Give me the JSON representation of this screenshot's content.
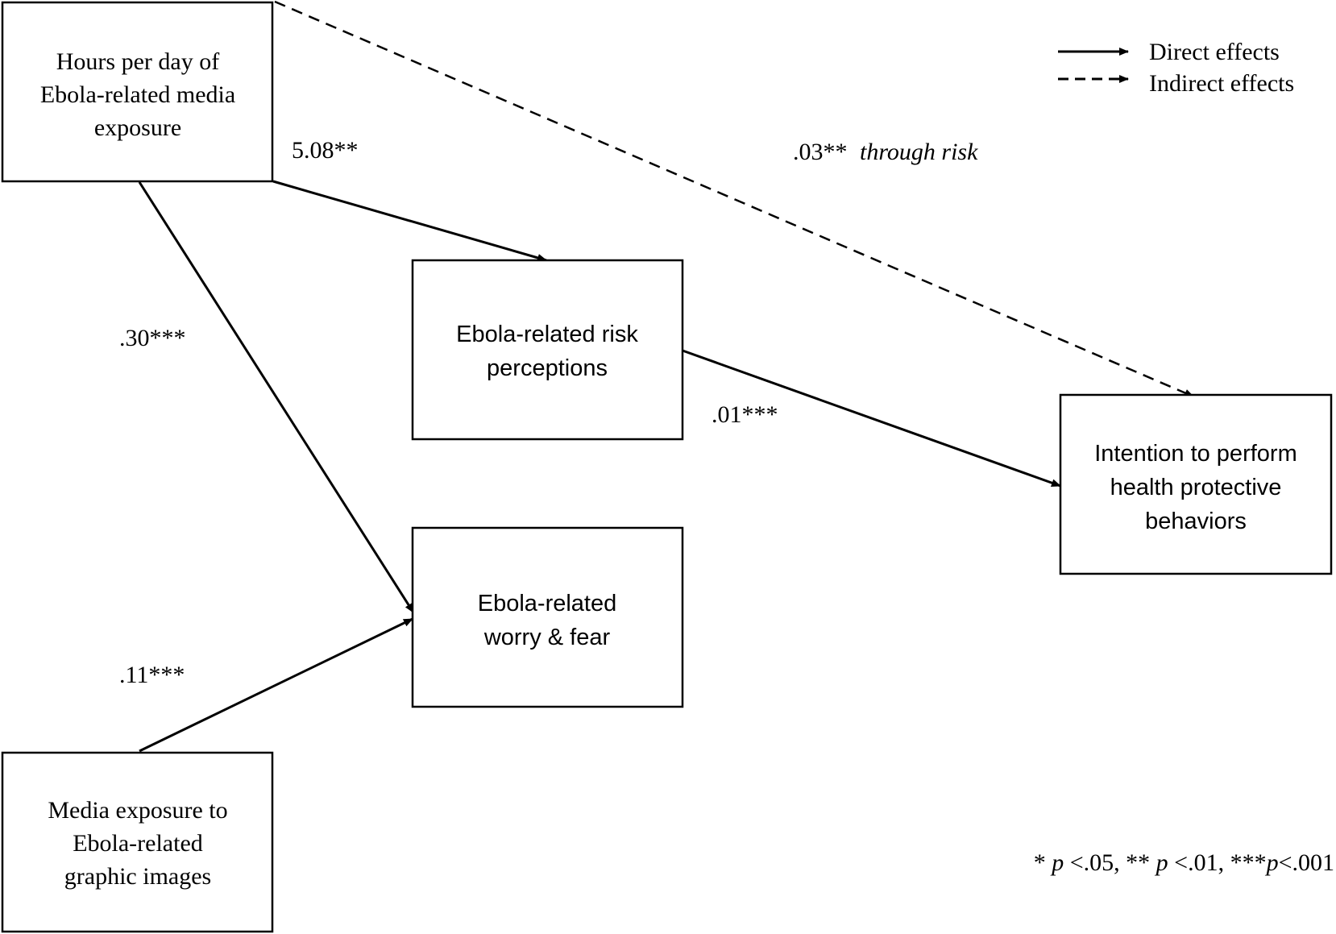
{
  "nodes": {
    "media_hours": {
      "lines": [
        "Hours per day of",
        "Ebola-related media",
        "exposure"
      ]
    },
    "risk_perceptions": {
      "lines": [
        "Ebola-related risk",
        "perceptions"
      ]
    },
    "worry_fear": {
      "lines": [
        "Ebola-related",
        "worry & fear"
      ]
    },
    "graphic_images": {
      "lines": [
        "Media exposure to",
        "Ebola-related",
        "graphic images"
      ]
    },
    "intention": {
      "lines": [
        "Intention to perform",
        "health protective",
        "behaviors"
      ]
    }
  },
  "paths": {
    "hours_to_risk": {
      "label": "5.08**",
      "type": "direct"
    },
    "hours_to_worry": {
      "label": ".30***",
      "type": "direct"
    },
    "images_to_worry": {
      "label": ".11***",
      "type": "direct"
    },
    "risk_to_intention": {
      "label": ".01***",
      "type": "direct"
    },
    "hours_to_intention_indirect": {
      "label_value": ".03**",
      "label_suffix": "through risk",
      "type": "indirect"
    }
  },
  "legend": {
    "direct": "Direct effects",
    "indirect": "Indirect effects"
  },
  "note": {
    "parts": [
      "* ",
      "p",
      " <.05, ** ",
      "p",
      " <.01, ***",
      "p",
      "<.001"
    ]
  }
}
